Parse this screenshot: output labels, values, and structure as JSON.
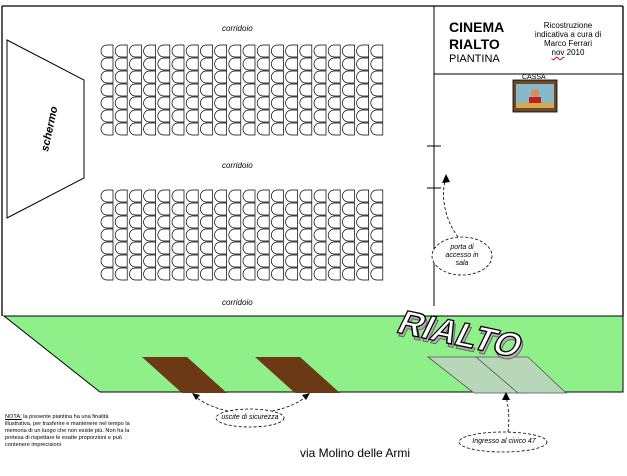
{
  "title": {
    "line1": "CINEMA",
    "line2": "RIALTO",
    "subtitle": "PIANTINA"
  },
  "credit": {
    "line1": "Ricostruzione",
    "line2": "indicativa a cura di",
    "line3": "Marco Ferrari",
    "line4_prefix": "nov",
    "line4_year": " 2010"
  },
  "labels": {
    "corridor_top": "corridoio",
    "corridor_mid": "corridoio",
    "corridor_bottom": "corridoio",
    "screen": "schermo",
    "cassa": "CASSA",
    "access_door_line1": "porta di",
    "access_door_line2": "accesso in",
    "access_door_line3": "sala",
    "emergency_exits": "uscite di sicurezza",
    "entrance": "Ingresso al civico 47",
    "sign": "RIALTO",
    "street": "via Molino delle Armi"
  },
  "note": {
    "heading": "NOTA:",
    "text": " la presente piantina ha una finalità illustrativa, per trasferire e mantenere nel tempo la memoria di un luogo che non esiste più. Non ha la pretesa di rispettare le esatte proporzioni e può contenere imprecisioni"
  },
  "seating": {
    "blocks": 2,
    "rows_per_block": 7,
    "seats_per_row": 20
  },
  "colors": {
    "sidewalk": "#8ff08a",
    "exit_doors": "#6b3a14",
    "entrance": "#b8d7b8",
    "wall": "#000000"
  }
}
